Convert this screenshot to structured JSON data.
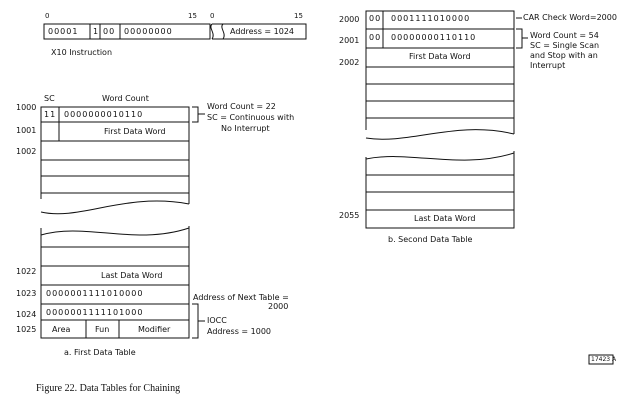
{
  "x10": {
    "bit_labels": [
      "0",
      "15",
      "0",
      "15"
    ],
    "instruction_fields": [
      "00001",
      "1",
      "00",
      "00000000"
    ],
    "address_word": "Address = 1024",
    "label": "X10 Instruction"
  },
  "first_table": {
    "headers": {
      "sc": "SC",
      "word_count": "Word Count"
    },
    "addresses": [
      "1000",
      "1001",
      "1002",
      "1022",
      "1023",
      "1024",
      "1025"
    ],
    "rows": {
      "sc": "11",
      "word_count": "0000000010110",
      "first_data": "First Data Word",
      "last_data": "Last Data Word",
      "next_table": "0000001111010000",
      "iocc": "0000001111101000"
    },
    "iocc_fields": [
      "Area",
      "Fun",
      "Modifier"
    ],
    "notes": {
      "word_count": "Word Count = 22",
      "sc": "SC = Continuous with",
      "sc2": "No Interrupt",
      "next_table": "Address of Next Table =",
      "next_table2": "2000",
      "iocc": "IOCC",
      "iocc_address": "Address = 1000"
    },
    "caption": "a.  First Data Table"
  },
  "second_table": {
    "addresses": [
      "2000",
      "2001",
      "2002",
      "2055"
    ],
    "rows": {
      "check_sc": "00",
      "check_value": "0001111010000",
      "wc_sc": "00",
      "wc_value": "00000000110110",
      "first_data": "First Data Word",
      "last_data": "Last Data Word"
    },
    "notes": {
      "car_check": "CAR Check Word=2000",
      "word_count": "Word Count = 54",
      "sc": "SC = Single Scan",
      "sc2": "and Stop with an",
      "sc3": "Interrupt"
    },
    "caption": "b.  Second Data Table"
  },
  "stamp": "17423 A",
  "figure_caption": "Figure 22.  Data Tables for Chaining"
}
